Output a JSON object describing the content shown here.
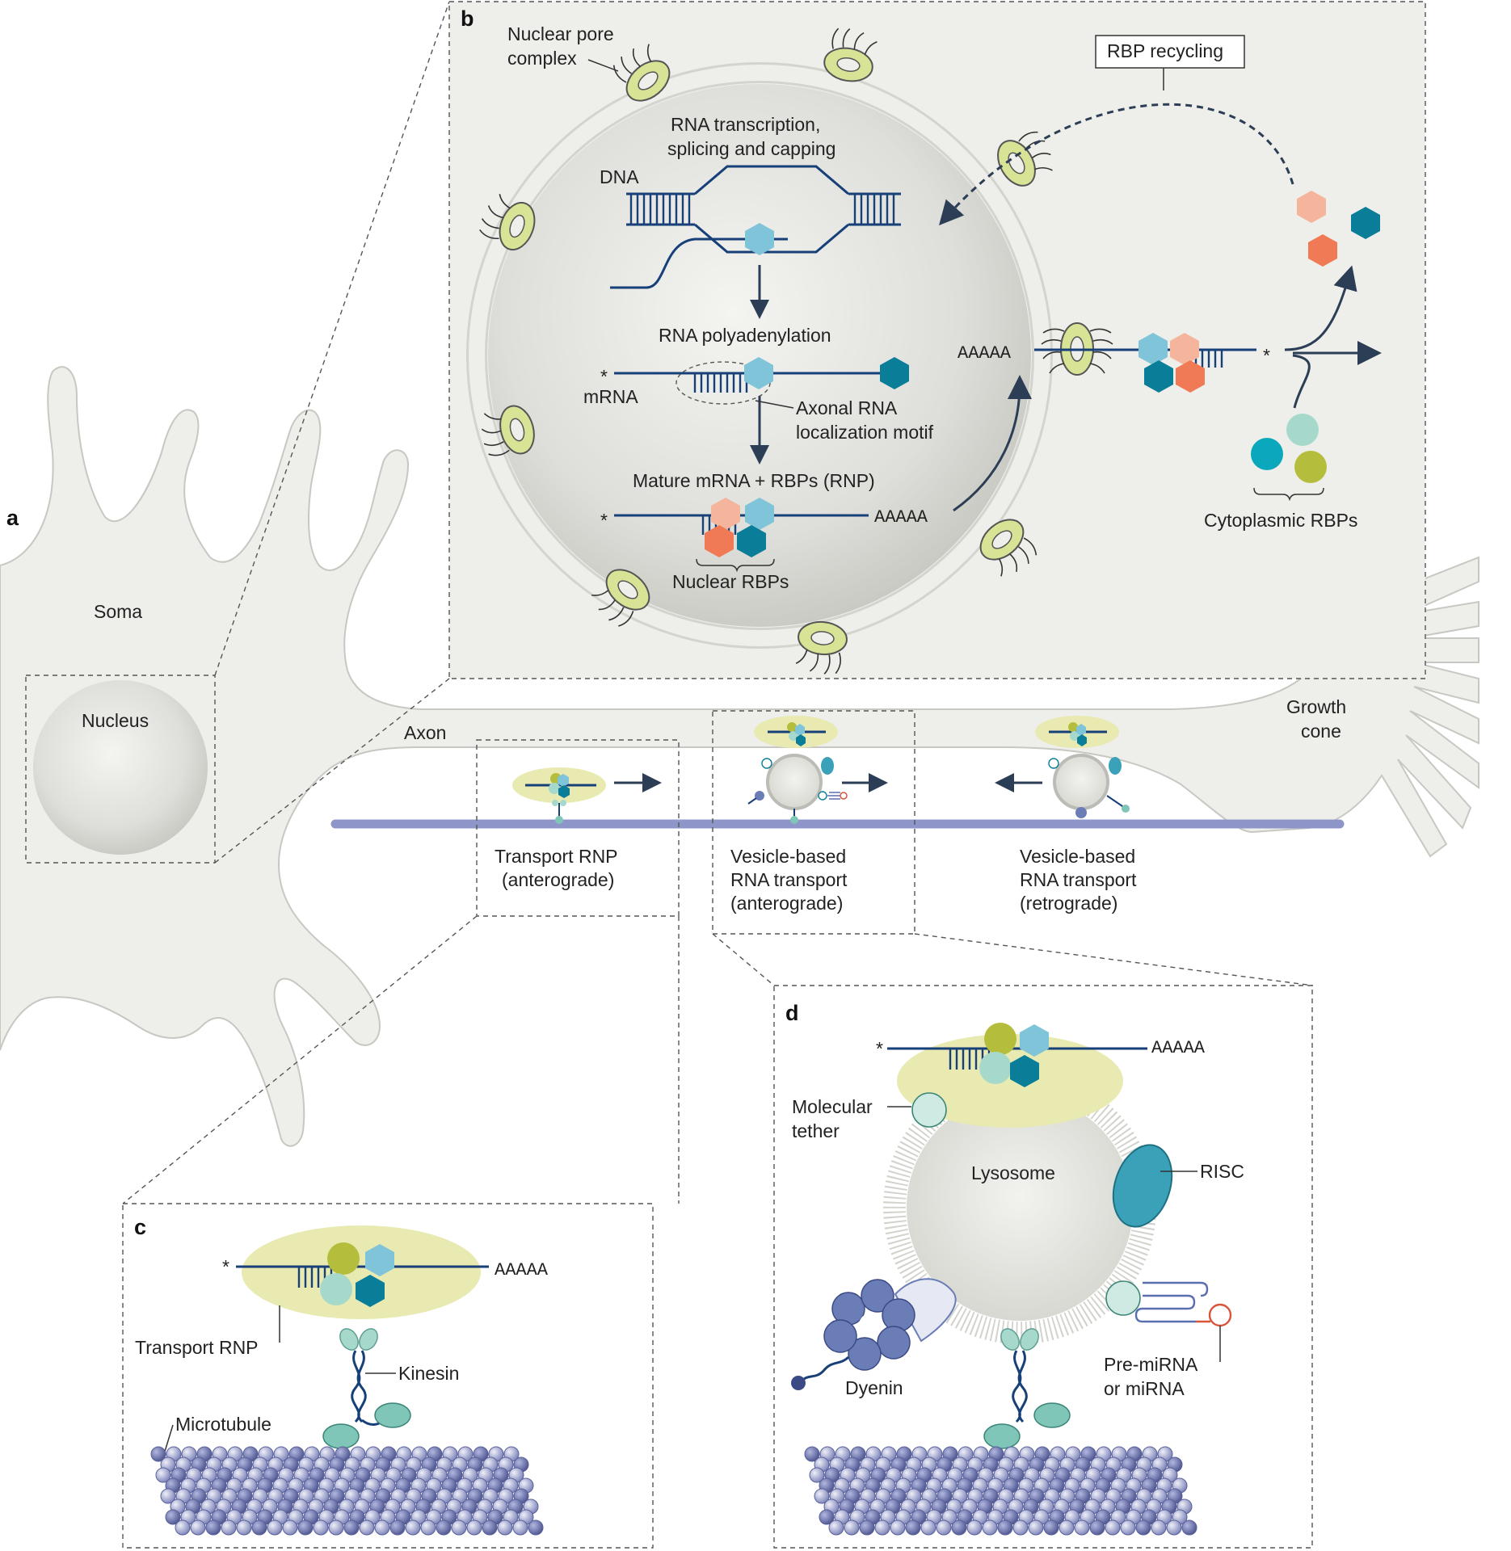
{
  "panels": {
    "a": "a",
    "b": "b",
    "c": "c",
    "d": "d"
  },
  "panel_a": {
    "soma": "Soma",
    "nucleus": "Nucleus",
    "axon": "Axon",
    "growth_cone": [
      "Growth",
      "cone"
    ],
    "transport_rnp": [
      "Transport RNP",
      "(anterograde)"
    ],
    "vesicle_antero": [
      "Vesicle-based",
      "RNA transport",
      "(anterograde)"
    ],
    "vesicle_retro": [
      "Vesicle-based",
      "RNA transport",
      "(retrograde)"
    ]
  },
  "panel_b": {
    "nuclear_pore": [
      "Nuclear pore",
      "complex"
    ],
    "rbp_recycling": "RBP recycling",
    "transcription": [
      "RNA transcription,",
      "splicing and capping"
    ],
    "dna": "DNA",
    "polyadenylation": "RNA polyadenylation",
    "cap": "*",
    "mrna": "mRNA",
    "motif": [
      "Axonal RNA",
      "localization motif"
    ],
    "mature": "Mature mRNA + RBPs (RNP)",
    "nuclear_rbps": "Nuclear RBPs",
    "polya": "AAAAA",
    "cytoplasmic_rbps": "Cytoplasmic RBPs"
  },
  "panel_c": {
    "cap": "*",
    "polya": "AAAAA",
    "transport_rnp": "Transport RNP",
    "kinesin": "Kinesin",
    "microtubule": "Microtubule"
  },
  "panel_d": {
    "cap": "*",
    "polya": "AAAAA",
    "tether": [
      "Molecular",
      "tether"
    ],
    "lysosome": "Lysosome",
    "risc": "RISC",
    "dynein": "Dyenin",
    "mirna": [
      "Pre-miRNA",
      "or miRNA"
    ]
  },
  "colors": {
    "cell": "#eeeeea",
    "cell_outline": "#c8c8c2",
    "rna": "#173f78",
    "light_blue_rbp": "#7fc4d8",
    "peach_rbp": "#f4b59c",
    "orange_rbp": "#ef7a55",
    "teal_rbp": "#0a7d99",
    "green_rbp": "#b5bd3c",
    "mint_rbp": "#a6d9cc",
    "rnp_ellipse": "#e8eab2",
    "pore": "#d8e396",
    "microtubule": "#8e95c9",
    "risc": "#3aa1b9",
    "dynein": "#6b7db6",
    "mirna": "#d9543a"
  }
}
